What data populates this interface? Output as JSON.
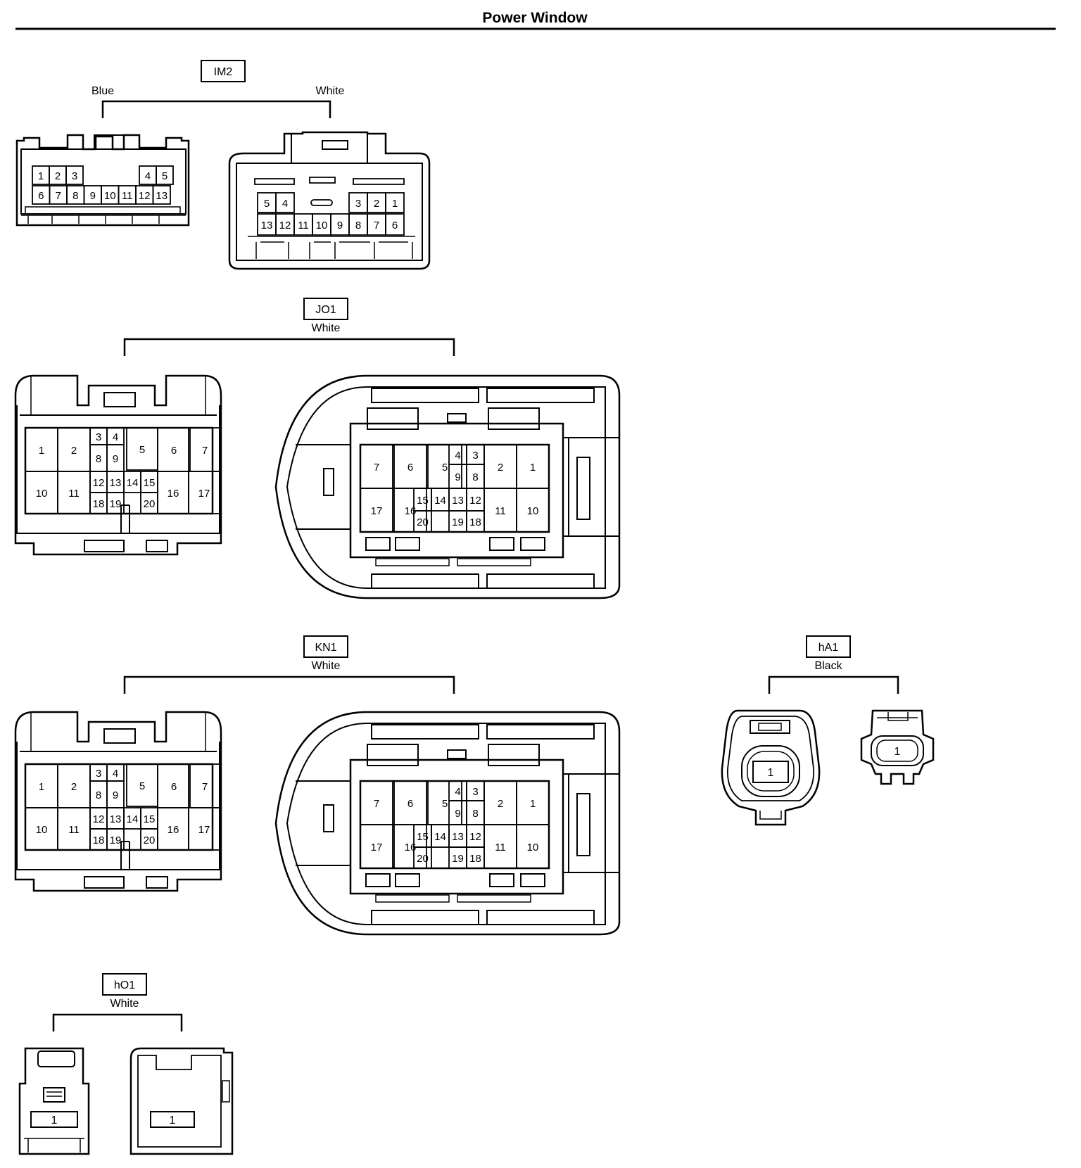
{
  "title": "Power Window",
  "connectors": [
    {
      "id": "IM2",
      "views": [
        "Blue",
        "White"
      ]
    },
    {
      "id": "JO1",
      "color": "White"
    },
    {
      "id": "KN1",
      "color": "White"
    },
    {
      "id": "hA1",
      "color": "Black"
    },
    {
      "id": "hO1",
      "color": "White"
    }
  ],
  "im2_blue": {
    "top_left": [
      "1",
      "2",
      "3"
    ],
    "top_right": [
      "4",
      "5"
    ],
    "bottom": [
      "6",
      "7",
      "8",
      "9",
      "10",
      "11",
      "12",
      "13"
    ]
  },
  "im2_white": {
    "top_left": [
      "5",
      "4"
    ],
    "top_right": [
      "3",
      "2",
      "1"
    ],
    "bottom": [
      "13",
      "12",
      "11",
      "10",
      "9",
      "8",
      "7",
      "6"
    ]
  },
  "pin20_left": {
    "big_top": [
      "1",
      "2",
      "5",
      "6",
      "7"
    ],
    "big_bottom": [
      "10",
      "11",
      "16",
      "17"
    ],
    "small_a": [
      "3",
      "4"
    ],
    "small_b": [
      "8",
      "9"
    ],
    "small_c": [
      "12",
      "13",
      "14",
      "15"
    ],
    "small_d": [
      "18",
      "19",
      "20"
    ]
  },
  "pin20_right": {
    "big_top": [
      "7",
      "6",
      "5",
      "2",
      "1"
    ],
    "big_bottom": [
      "17",
      "16",
      "11",
      "10"
    ],
    "small_a": [
      "4",
      "3"
    ],
    "small_b": [
      "9",
      "8"
    ],
    "small_c": [
      "15",
      "14",
      "13",
      "12"
    ],
    "small_d": [
      "20",
      "19",
      "18"
    ]
  },
  "single_pin": "1"
}
